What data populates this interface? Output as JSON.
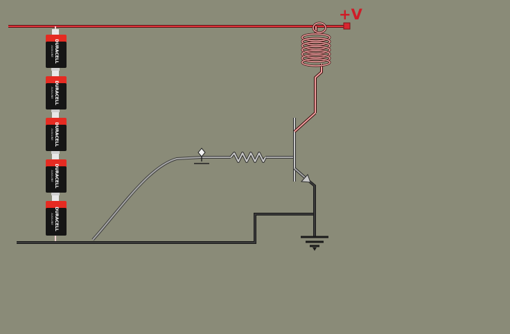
{
  "supply_label": "+V",
  "battery": {
    "brand": "DURACELL",
    "sub_text": "ALKALINE"
  },
  "colors": {
    "background": "#8a8b78",
    "supply_wire": "#d8262f",
    "supply_wire_light": "#f2a0a0",
    "ground_wire": "#2d2d2d",
    "signal_wire": "#9a9a9a",
    "battery_body": "#1a1a1a",
    "battery_cap": "#e52b22"
  }
}
